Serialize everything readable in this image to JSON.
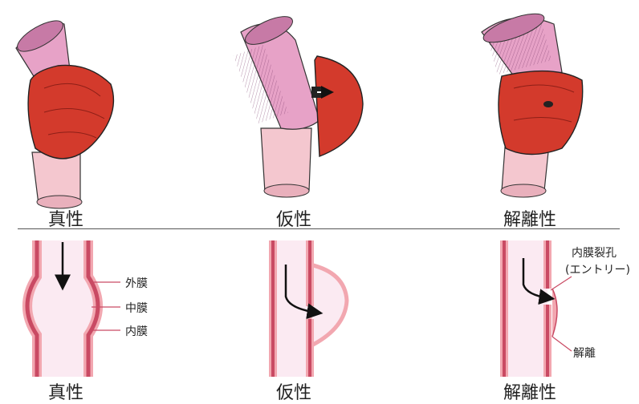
{
  "top_row": {
    "captions": [
      "真性",
      "仮性",
      "解離性"
    ]
  },
  "bottom_row": {
    "captions": [
      "真性",
      "仮性",
      "解離性"
    ],
    "true_layers": {
      "outer": "外膜",
      "middle": "中膜",
      "inner": "内膜"
    },
    "dissection": {
      "tear_label_line1": "内膜裂孔",
      "tear_label_line2": "(エントリー)",
      "dissection_label": "解離"
    }
  },
  "colors": {
    "adventitia": "#f2a7b0",
    "media": "#c94a63",
    "intima": "#ffe8ee",
    "lumen": "#fbeaf2",
    "aneurysm_red": "#d33a2c",
    "vessel_pink": "#e9a3c6"
  }
}
